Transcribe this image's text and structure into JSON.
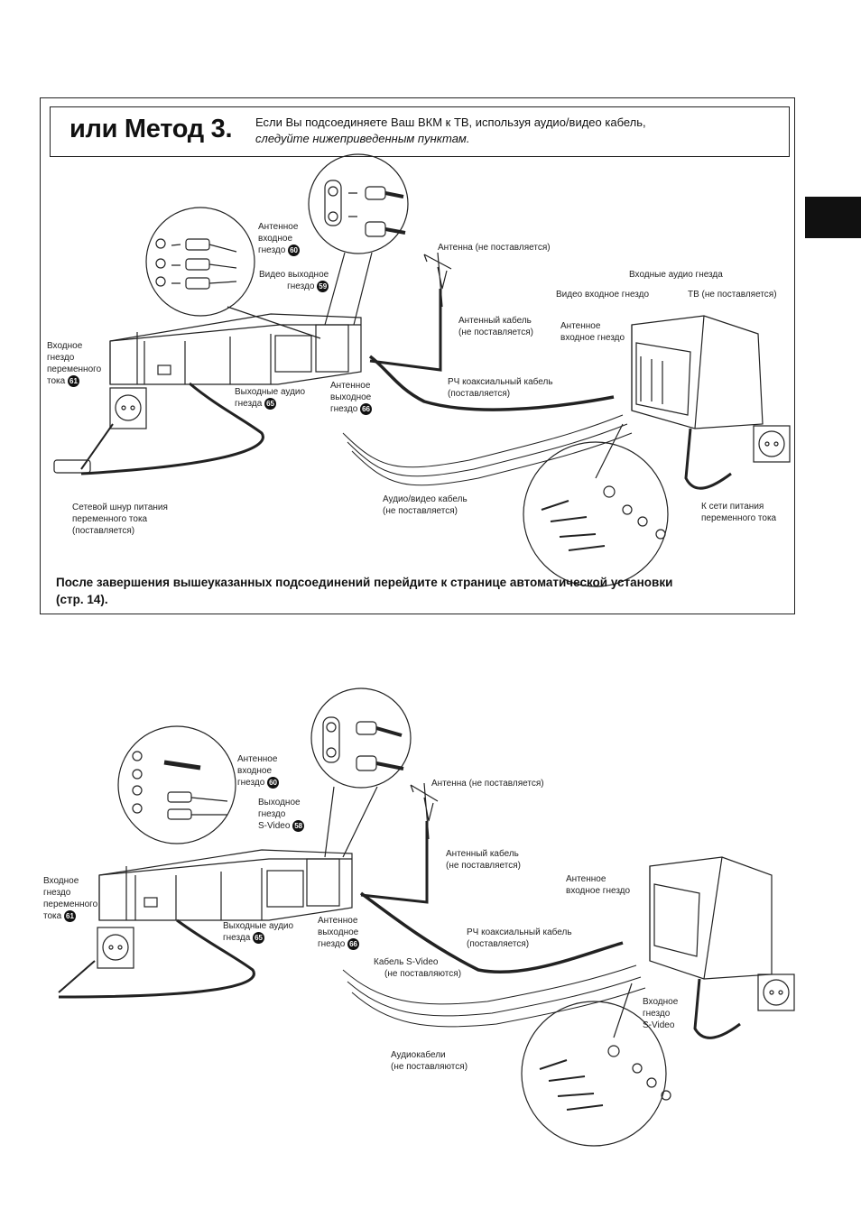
{
  "method": {
    "title": "или Метод 3.",
    "description_line1": "Если Вы подсоединяете Ваш ВКМ к ТВ, используя аудио/видео кабель,",
    "description_line2": "следуйте нижеприведенным пунктам."
  },
  "diagram1": {
    "antenna_input_l1": "Антенное",
    "antenna_input_l2": "входное",
    "antenna_input_l3": "гнездо",
    "antenna_input_num": "60",
    "video_out_l1": "Видео выходное",
    "video_out_l2": "гнездо",
    "video_out_num": "59",
    "antenna_external": "Антенна (не поставляется)",
    "antenna_cable_l1": "Антенный кабель",
    "antenna_cable_l2": "(не поставляется)",
    "audio_inputs": "Входные аудио гнезда",
    "video_input": "Видео входное гнездо",
    "tv": "ТВ (не поставляется)",
    "tv_antenna_input_l1": "Антенное",
    "tv_antenna_input_l2": "входное гнездо",
    "ac_input_l1": "Входное",
    "ac_input_l2": "гнездо",
    "ac_input_l3": "переменного",
    "ac_input_l4": "тока",
    "ac_input_num": "61",
    "audio_out_l1": "Выходные аудио",
    "audio_out_l2": "гнезда",
    "audio_out_num": "65",
    "antenna_output_l1": "Антенное",
    "antenna_output_l2": "выходное",
    "antenna_output_l3": "гнездо",
    "antenna_output_num": "66",
    "rf_cable_l1": "РЧ коаксиальный кабель",
    "rf_cable_l2": "(поставляется)",
    "power_cord_l1": "Сетевой шнур питания",
    "power_cord_l2": "переменного тока",
    "power_cord_l3": "(поставляется)",
    "av_cable_l1": "Аудио/видео кабель",
    "av_cable_l2": "(не поставляется)",
    "mains_l1": "К сети питания",
    "mains_l2": "переменного тока"
  },
  "footer": {
    "note_line1": "После завершения вышеуказанных подсоединений перейдите к странице автоматической установки",
    "note_line2": "(стр. 14)."
  },
  "diagram2": {
    "antenna_input_l1": "Антенное",
    "antenna_input_l2": "входное",
    "antenna_input_l3": "гнездо",
    "antenna_input_num": "60",
    "svideo_out_l1": "Выходное",
    "svideo_out_l2": "гнездо",
    "svideo_out_l3": "S-Video",
    "svideo_out_num": "58",
    "antenna_external": "Антенна (не поставляется)",
    "antenna_cable_l1": "Антенный кабель",
    "antenna_cable_l2": "(не поставляется)",
    "tv_antenna_input_l1": "Антенное",
    "tv_antenna_input_l2": "входное гнездо",
    "ac_input_l1": "Входное",
    "ac_input_l2": "гнездо",
    "ac_input_l3": "переменного",
    "ac_input_l4": "тока",
    "ac_input_num": "61",
    "audio_out_l1": "Выходные аудио",
    "audio_out_l2": "гнезда",
    "audio_out_num": "65",
    "antenna_output_l1": "Антенное",
    "antenna_output_l2": "выходное",
    "antenna_output_l3": "гнездо",
    "antenna_output_num": "66",
    "rf_cable_l1": "РЧ коаксиальный кабель",
    "rf_cable_l2": "(поставляется)",
    "svideo_cable_l1": "Кабель S-Video",
    "svideo_cable_l2": "(не поставляются)",
    "svideo_in_l1": "Входное",
    "svideo_in_l2": "гнездо",
    "svideo_in_l3": "S-Video",
    "audio_cables_l1": "Аудиокабели",
    "audio_cables_l2": "(не поставляются)"
  }
}
